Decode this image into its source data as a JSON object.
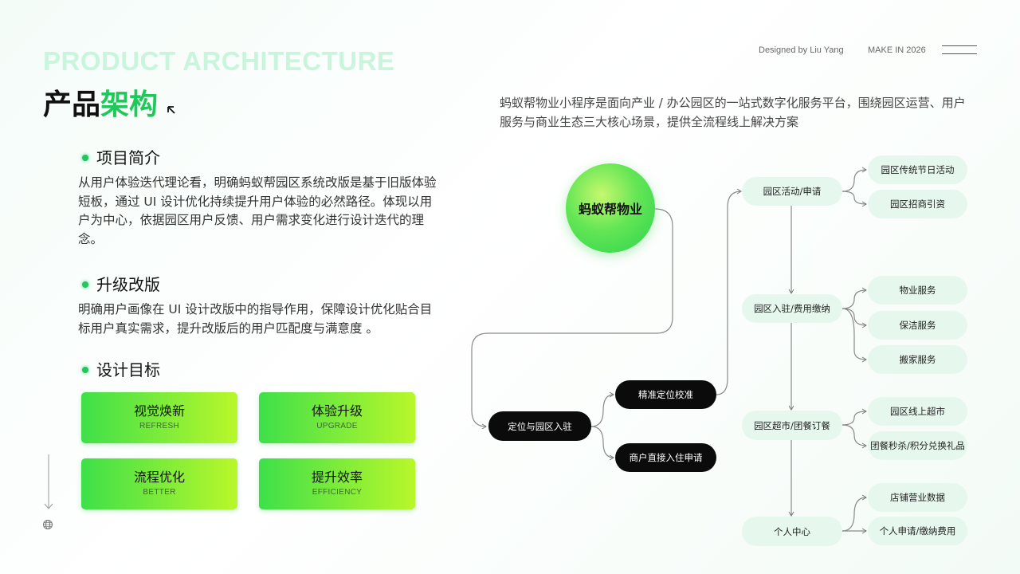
{
  "header": {
    "title_en": "PRODUCT ARCHITECTURE",
    "title_zh_part1": "产品",
    "title_zh_part2": "架构",
    "designer": "Designed by Liu Yang",
    "make": "MAKE IN 2026"
  },
  "sections": {
    "intro": {
      "title": "项目简介",
      "text": "从用户体验迭代理论看，明确蚂蚁帮园区系统改版是基于旧版体验短板，通过 UI 设计优化持续提升用户体验的必然路径。体现以用户为中心，依据园区用户反馈、用户需求变化进行设计迭代的理念。"
    },
    "upgrade": {
      "title": "升级改版",
      "text": "明确用户画像在 UI 设计改版中的指导作用，保障设计优化贴合目标用户真实需求，提升改版后的用户匹配度与满意度 。"
    },
    "goals": {
      "title": "设计目标",
      "items": [
        {
          "zh": "视觉焕新",
          "en": "REFRESH"
        },
        {
          "zh": "体验升级",
          "en": "UPGRADE"
        },
        {
          "zh": "流程优化",
          "en": "BETTER"
        },
        {
          "zh": "提升效率",
          "en": "EFFICIENCY"
        }
      ]
    }
  },
  "diagram": {
    "description": "蚂蚁帮物业小程序是面向产业 / 办公园区的一站式数字化服务平台，围绕园区运营、用户服务与商业生态三大核心场景，提供全流程线上解决方案",
    "root": "蚂蚁帮物业",
    "entry": "定位与园区入驻",
    "branches": [
      "精准定位校准",
      "商户直接入住申请"
    ],
    "steps": [
      {
        "label": "园区活动/申请",
        "children": [
          "园区传统节日活动",
          "园区招商引资"
        ]
      },
      {
        "label": "园区入驻/费用缴纳",
        "children": [
          "物业服务",
          "保洁服务",
          "搬家服务"
        ]
      },
      {
        "label": "园区超市/团餐订餐",
        "children": [
          "园区线上超市",
          "团餐秒杀/积分兑换礼品"
        ]
      },
      {
        "label": "个人中心",
        "children": [
          "店铺营业数据",
          "个人申请/缴纳费用"
        ]
      }
    ]
  },
  "icons": [
    "cursor-arrow-icon",
    "menu-lines-icon",
    "down-arrow-icon",
    "globe-icon"
  ]
}
